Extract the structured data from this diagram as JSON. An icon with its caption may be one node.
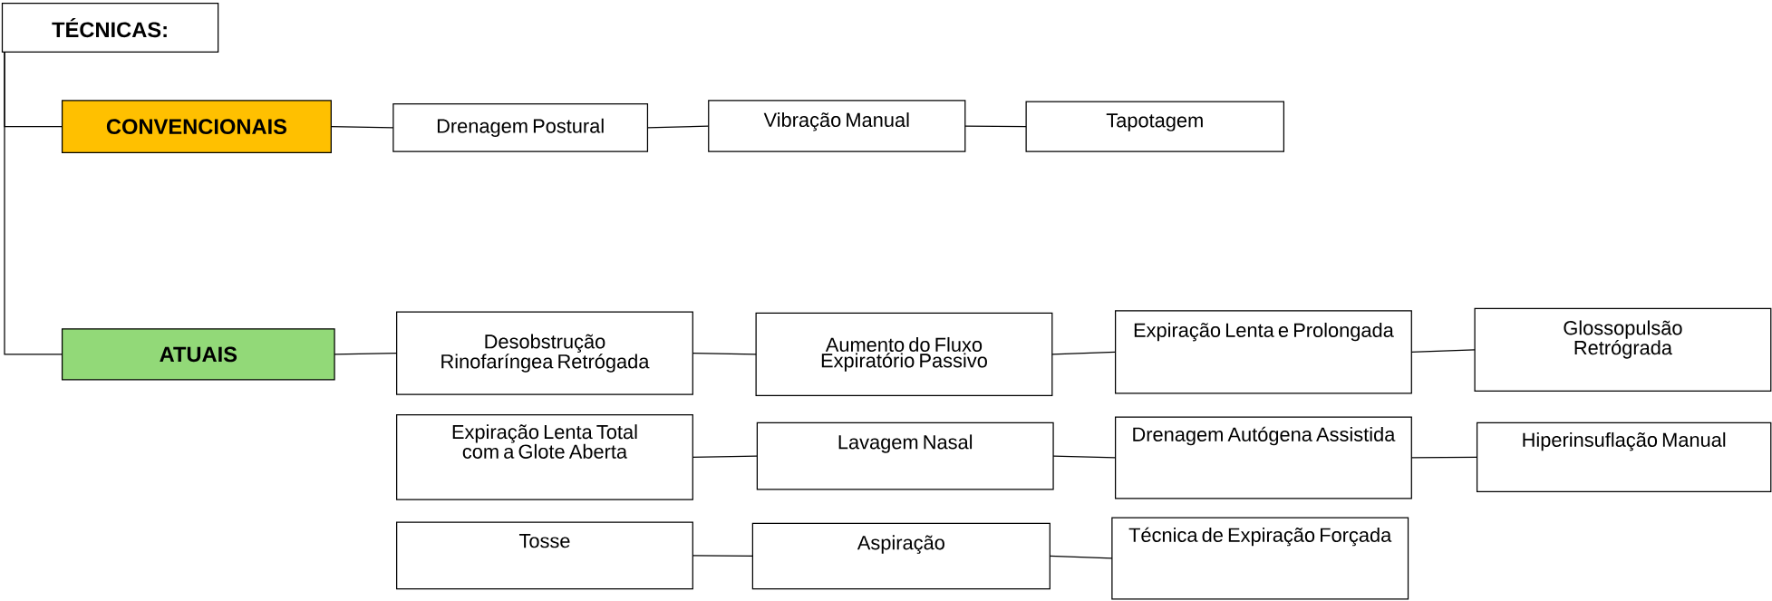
{
  "diagram": {
    "nodes": [
      {
        "text": [
          "TÉCNICAS:"
        ]
      },
      {
        "text": [
          "CONVENCIONAIS"
        ]
      },
      {
        "text": [
          "ATUAIS"
        ]
      },
      {
        "text": [
          "Drenagem Postural"
        ]
      },
      {
        "text": [
          "Vibração Manual"
        ]
      },
      {
        "text": [
          "Tapotagem"
        ]
      },
      {
        "text": [
          "Desobstrução Rinofaríngea Retrógada"
        ]
      },
      {
        "text": [
          "Aumento do Fluxo Expiratório Passivo"
        ]
      },
      {
        "text": [
          "Expiração Lenta e Prolongada"
        ]
      },
      {
        "text": [
          "Glossopulsão Retrógrada"
        ]
      },
      {
        "text": [
          "Expiração Lenta Total com a Glote Aberta"
        ]
      },
      {
        "text": [
          "Lavagem Nasal"
        ]
      },
      {
        "text": [
          "Drenagem Autógena Assistida"
        ]
      },
      {
        "text": [
          "Hiperinsuflação Manual"
        ]
      },
      {
        "text": [
          "Tosse"
        ]
      },
      {
        "text": [
          "Aspiração"
        ]
      },
      {
        "text": [
          "Técnica de Expiração Forçada"
        ]
      }
    ],
    "edges": [
      {
        "from": 0,
        "to": 1,
        "arrow": "none"
      },
      {
        "from": 0,
        "to": 2,
        "arrow": "none"
      },
      {
        "from": 1,
        "to": 3,
        "arrow": "none"
      },
      {
        "from": 3,
        "to": 4,
        "arrow": "none"
      },
      {
        "from": 4,
        "to": 5,
        "arrow": "none"
      },
      {
        "from": 2,
        "to": 6,
        "arrow": "none"
      },
      {
        "from": 6,
        "to": 7,
        "arrow": "none"
      },
      {
        "from": 7,
        "to": 8,
        "arrow": "none"
      },
      {
        "from": 8,
        "to": 9,
        "arrow": "none"
      },
      {
        "from": 10,
        "to": 11,
        "arrow": "none"
      },
      {
        "from": 11,
        "to": 12,
        "arrow": "none"
      },
      {
        "from": 12,
        "to": 13,
        "arrow": "none"
      },
      {
        "from": 14,
        "to": 15,
        "arrow": "none"
      },
      {
        "from": 15,
        "to": 16,
        "arrow": "none"
      }
    ]
  }
}
